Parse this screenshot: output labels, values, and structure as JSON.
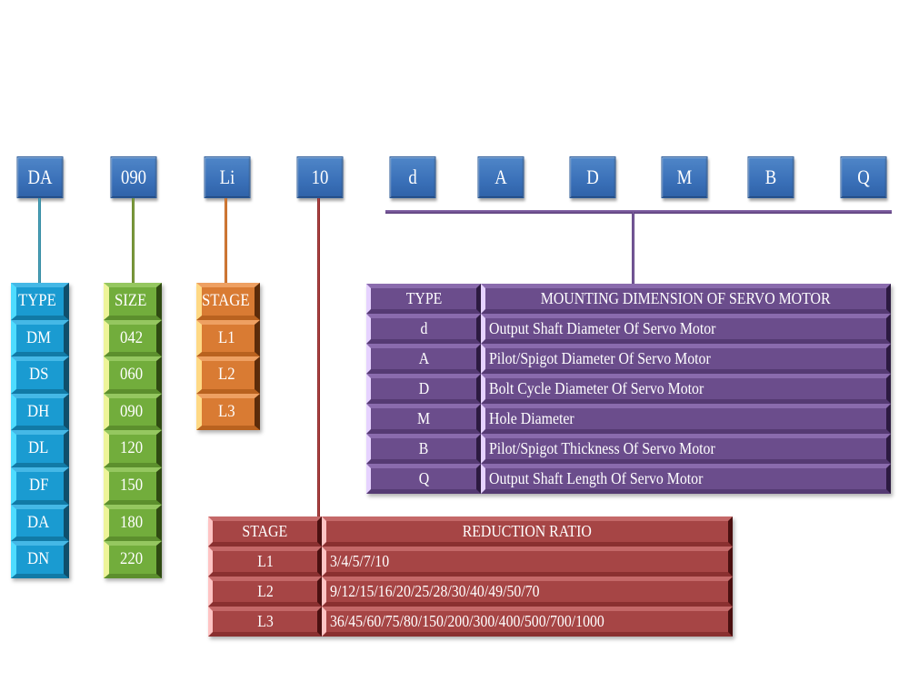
{
  "model_code": {
    "segments": [
      "DA",
      "090",
      "Li",
      "10",
      "d",
      "A",
      "D",
      "M",
      "B",
      "Q"
    ]
  },
  "colors": {
    "code_box": "#3a70b8",
    "type_column": "#1a9bd1",
    "size_column": "#72ad3c",
    "stage_column": "#d97b33",
    "ratio_table": "#a64545",
    "mounting_table": "#6b4d8c"
  },
  "type_column": {
    "header": "TYPE",
    "items": [
      "DM",
      "DS",
      "DH",
      "DL",
      "DF",
      "DA",
      "DN"
    ]
  },
  "size_column": {
    "header": "SIZE",
    "items": [
      "042",
      "060",
      "090",
      "120",
      "150",
      "180",
      "220"
    ]
  },
  "stage_column": {
    "header": "STAGE",
    "items": [
      "L1",
      "L2",
      "L3"
    ]
  },
  "mounting_table": {
    "headers": [
      "TYPE",
      "MOUNTING DIMENSION OF SERVO MOTOR"
    ],
    "rows": [
      {
        "type": "d",
        "description": "Output Shaft Diameter Of Servo Motor"
      },
      {
        "type": "A",
        "description": "Pilot/Spigot Diameter Of Servo Motor"
      },
      {
        "type": "D",
        "description": "Bolt Cycle Diameter Of Servo Motor"
      },
      {
        "type": "M",
        "description": "Hole Diameter"
      },
      {
        "type": "B",
        "description": "Pilot/Spigot Thickness Of Servo Motor"
      },
      {
        "type": "Q",
        "description": "Output Shaft Length Of Servo Motor"
      }
    ]
  },
  "ratio_table": {
    "headers": [
      "STAGE",
      "REDUCTION RATIO"
    ],
    "rows": [
      {
        "stage": "L1",
        "ratios": "3/4/5/7/10"
      },
      {
        "stage": "L2",
        "ratios": "9/12/15/16/20/25/28/30/40/49/50/70"
      },
      {
        "stage": "L3",
        "ratios": "36/45/60/75/80/150/200/300/400/500/700/1000"
      }
    ]
  }
}
